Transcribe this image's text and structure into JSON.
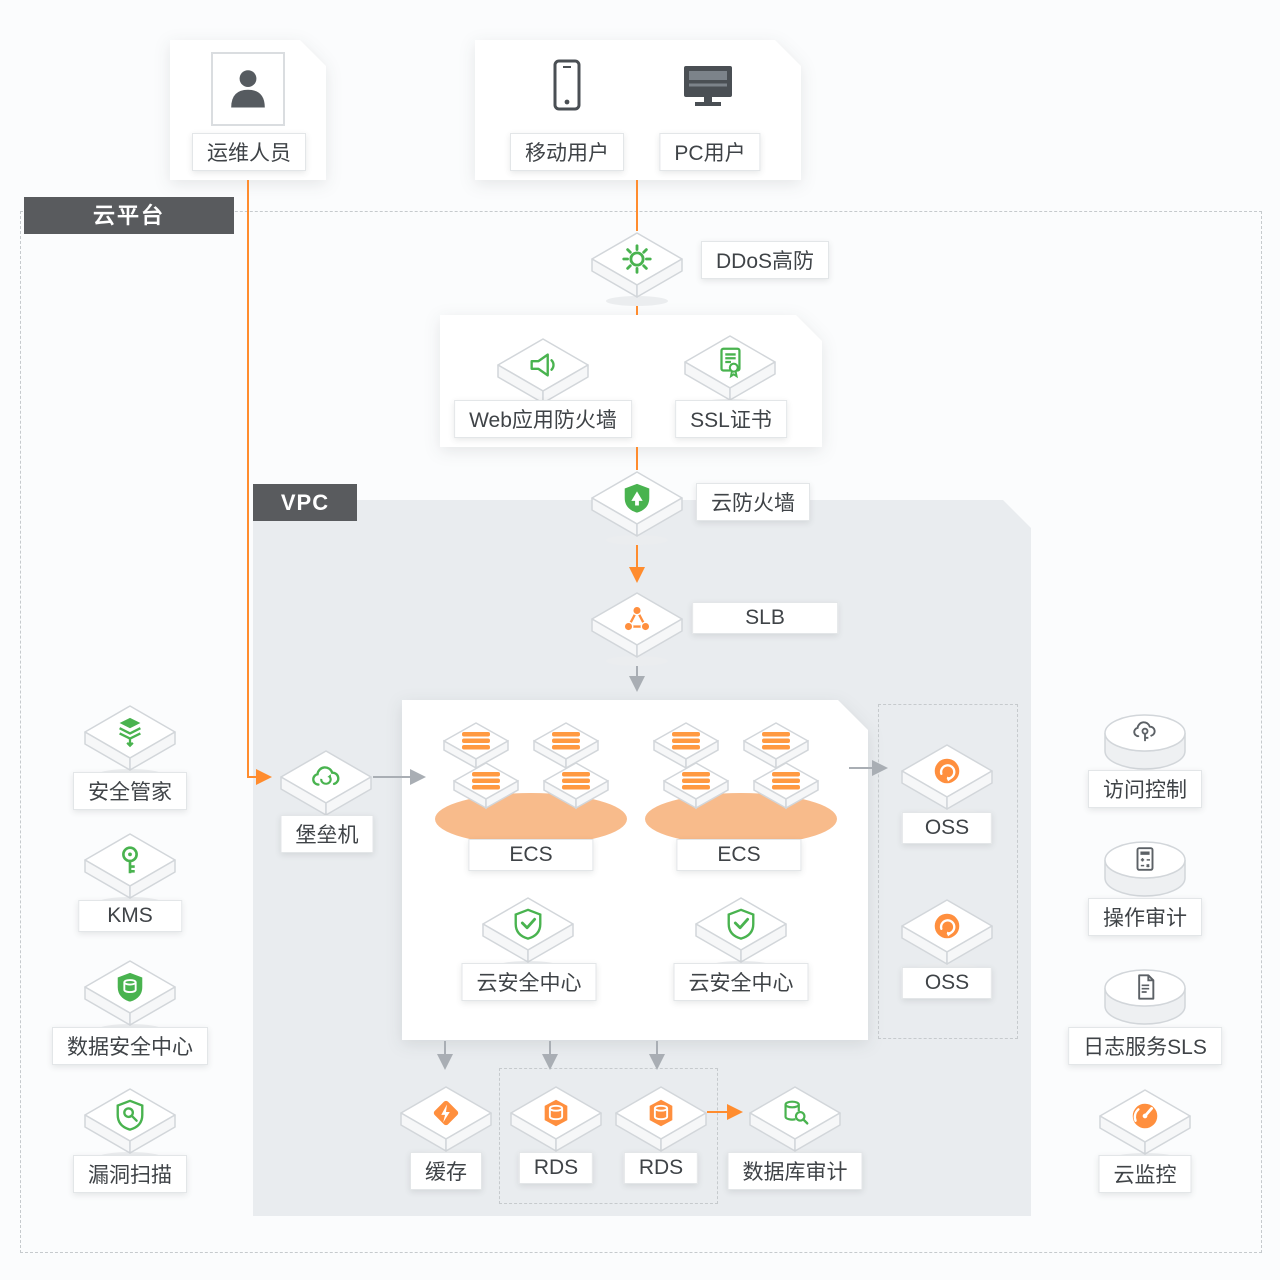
{
  "banners": {
    "cloud_platform": "云平台",
    "vpc": "VPC"
  },
  "nodes": {
    "ops": {
      "label": "运维人员"
    },
    "mobile": {
      "label": "移动用户"
    },
    "pc": {
      "label": "PC用户"
    },
    "ddos": {
      "label": "DDoS高防"
    },
    "waf": {
      "label": "Web应用防火墙"
    },
    "ssl": {
      "label": "SSL证书"
    },
    "cloud_firewall": {
      "label": "云防火墙"
    },
    "slb": {
      "label": "SLB"
    },
    "bastion": {
      "label": "堡垒机"
    },
    "ecs1": {
      "label": "ECS"
    },
    "ecs2": {
      "label": "ECS"
    },
    "sas1": {
      "label": "云安全中心"
    },
    "sas2": {
      "label": "云安全中心"
    },
    "oss1": {
      "label": "OSS"
    },
    "oss2": {
      "label": "OSS"
    },
    "security_manager": {
      "label": "安全管家"
    },
    "kms": {
      "label": "KMS"
    },
    "dsc": {
      "label": "数据安全中心"
    },
    "vuln_scan": {
      "label": "漏洞扫描"
    },
    "ram": {
      "label": "访问控制"
    },
    "actiontrail": {
      "label": "操作审计"
    },
    "sls": {
      "label": "日志服务SLS"
    },
    "cloud_monitor": {
      "label": "云监控"
    },
    "cache": {
      "label": "缓存"
    },
    "rds1": {
      "label": "RDS"
    },
    "rds2": {
      "label": "RDS"
    },
    "db_audit": {
      "label": "数据库审计"
    }
  },
  "colors": {
    "accent_orange": "#ff8c2e",
    "accent_green": "#49b34f",
    "banner_gray": "#595b5e",
    "line_gray": "#a9aeb4"
  }
}
